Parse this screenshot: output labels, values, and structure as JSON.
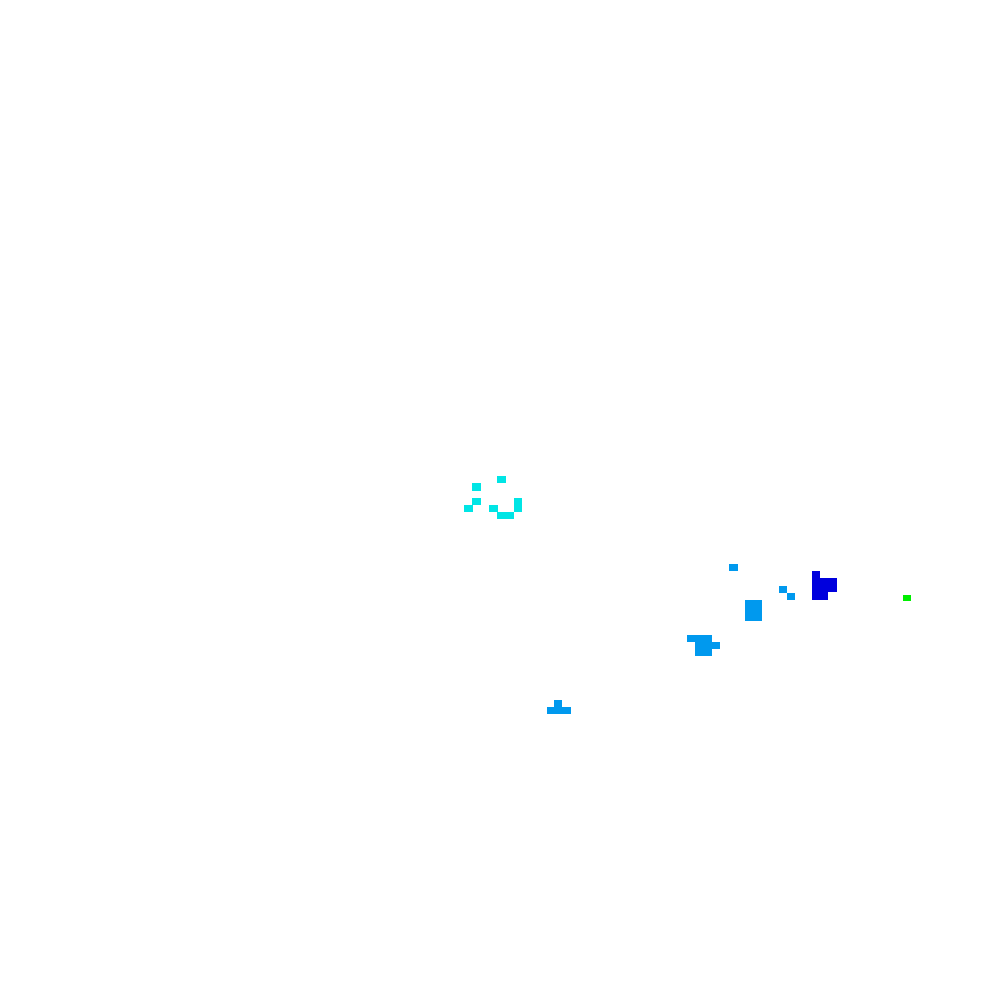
{
  "colors": {
    "background": "#ffffff",
    "cyan": "#00e5e5",
    "light_blue": "#0099ee",
    "dark_blue": "#0000dd",
    "green": "#00ee00"
  },
  "clusters": [
    {
      "name": "cyan-cluster",
      "color_key": "cyan"
    },
    {
      "name": "light-blue-cluster-a",
      "color_key": "light_blue"
    },
    {
      "name": "light-blue-cluster-b",
      "color_key": "light_blue"
    },
    {
      "name": "light-blue-cluster-c",
      "color_key": "light_blue"
    },
    {
      "name": "light-blue-cluster-d",
      "color_key": "light_blue"
    },
    {
      "name": "dark-blue-cluster",
      "color_key": "dark_blue"
    },
    {
      "name": "green-cluster",
      "color_key": "green"
    }
  ]
}
